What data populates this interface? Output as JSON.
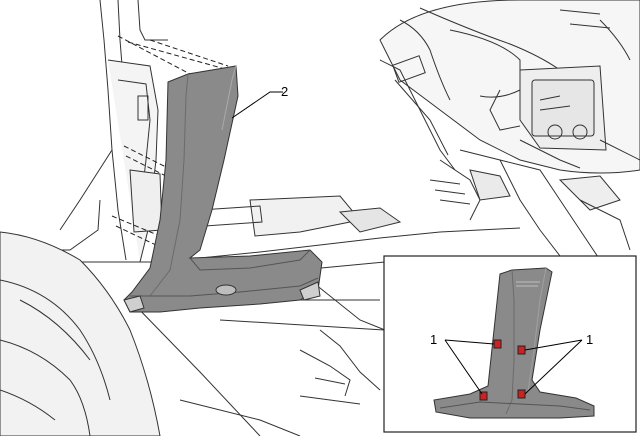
{
  "callouts": {
    "pillar_trim": "2",
    "clips_left": "1",
    "clips_right": "1"
  },
  "colors": {
    "trim_fill": "#8a8a8a",
    "trim_dark": "#6b6b6b",
    "body_line": "#333333",
    "clip_red": "#cc2222",
    "inset_border": "#222222"
  }
}
